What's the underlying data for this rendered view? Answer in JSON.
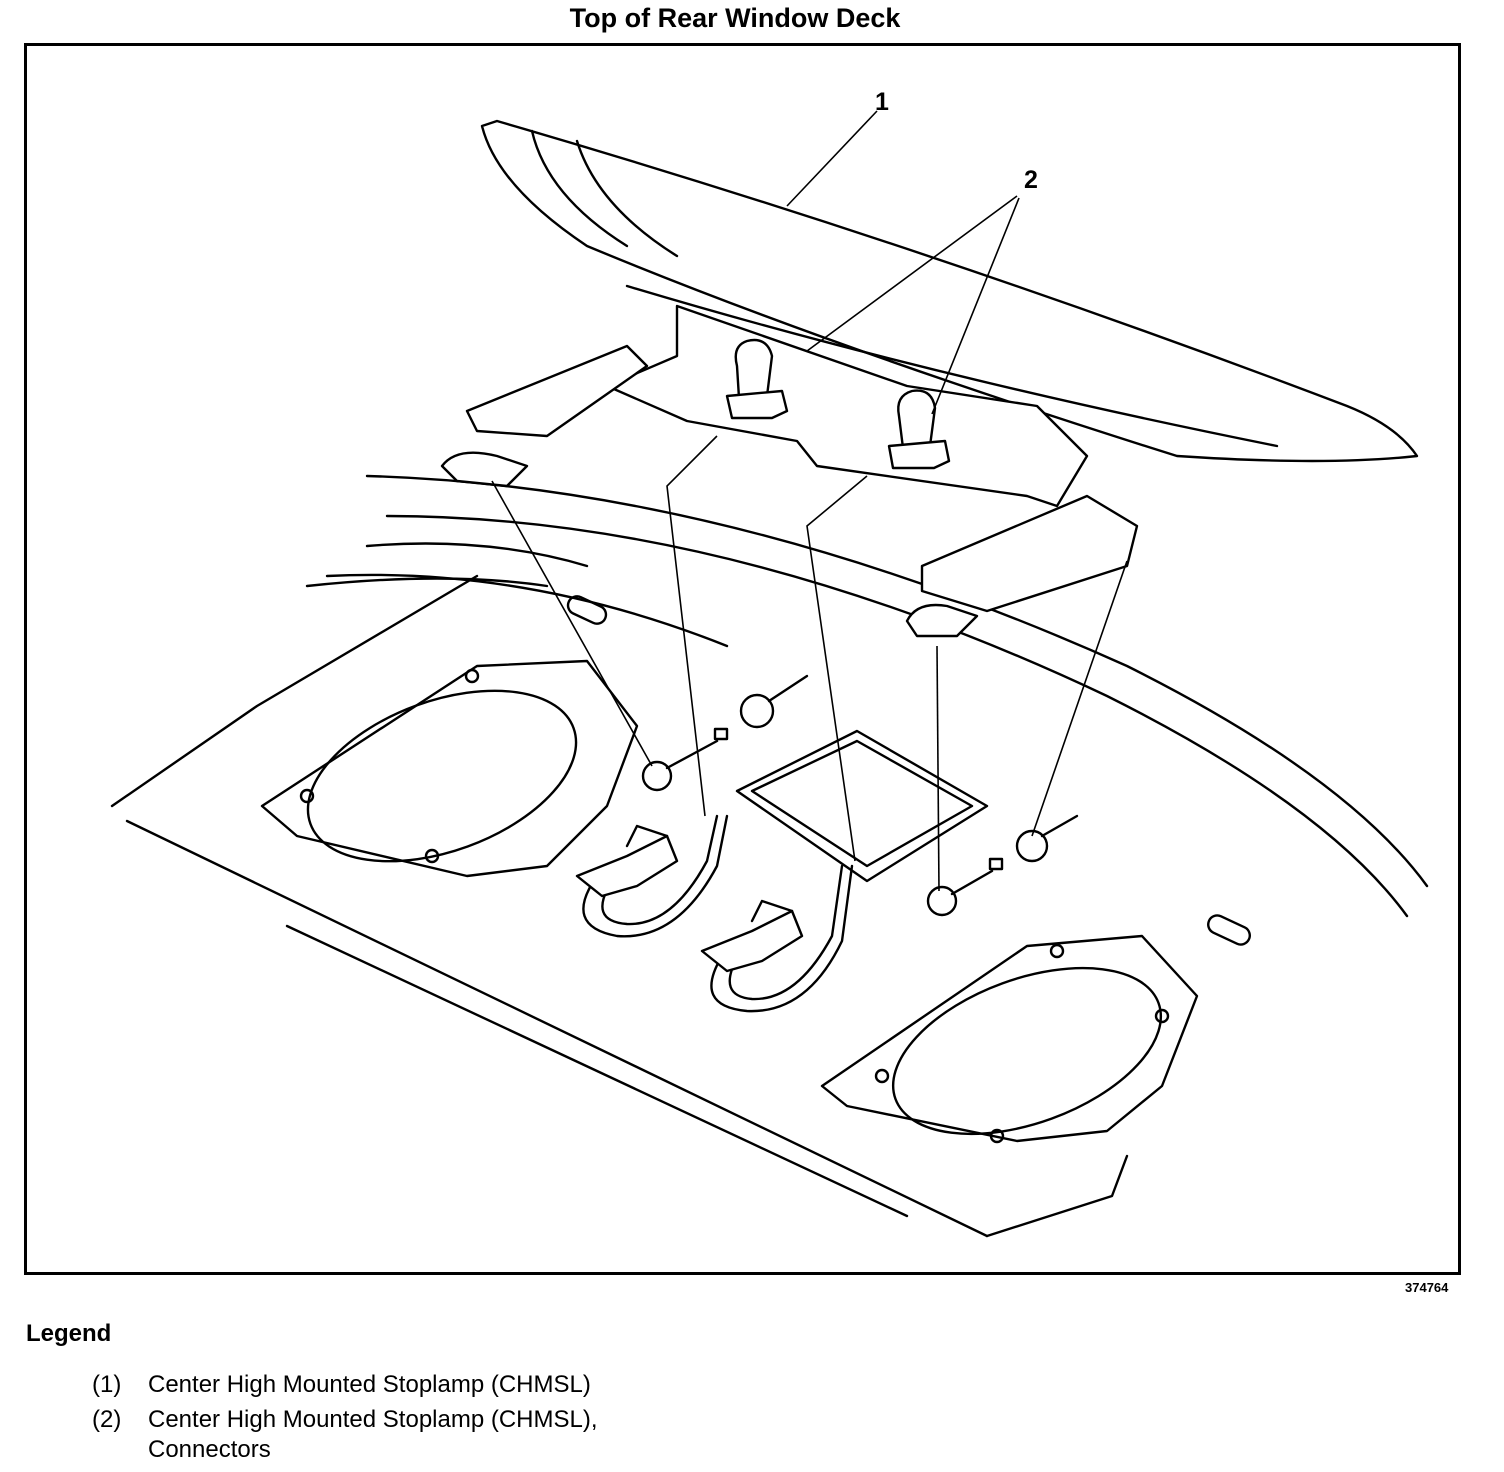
{
  "title": "Top of Rear Window Deck",
  "callouts": [
    "1",
    "2"
  ],
  "figure_number": "374764",
  "legend": {
    "heading": "Legend",
    "items": [
      {
        "num": "(1)",
        "text": "Center High Mounted Stoplamp (CHMSL)"
      },
      {
        "num": "(2)",
        "text": "Center High Mounted Stoplamp (CHMSL), Connectors"
      }
    ]
  }
}
